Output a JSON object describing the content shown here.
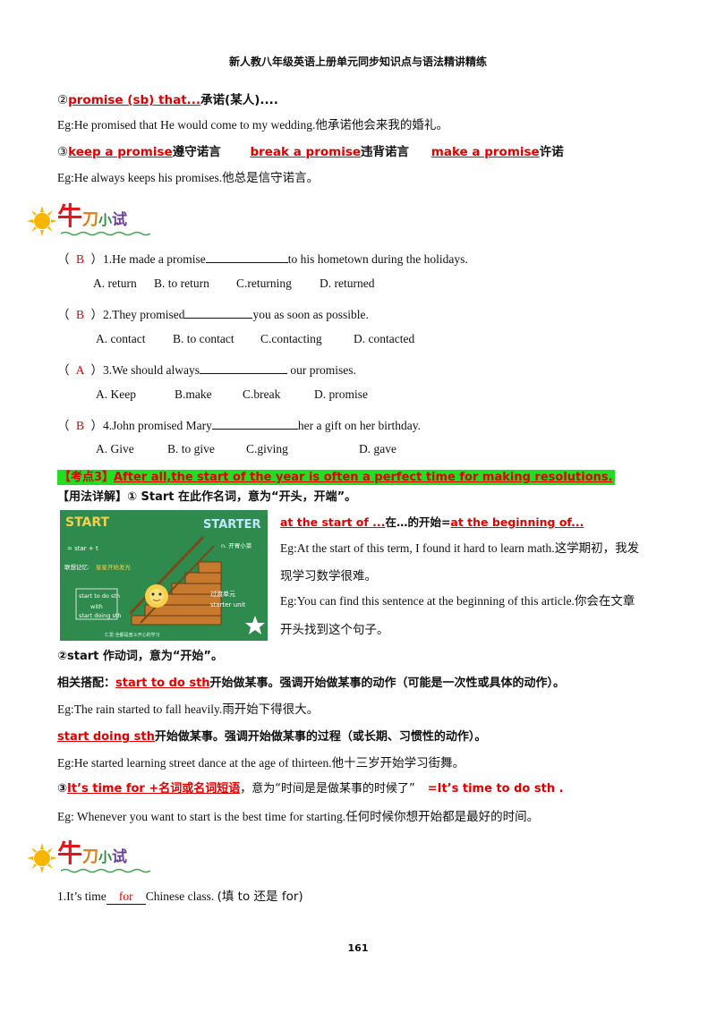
{
  "header": {
    "title": "新人教八年级英语上册单元同步知识点与语法精讲精练"
  },
  "s2": {
    "num": "②",
    "phrase": "promise (sb) that...",
    "meaning": "承诺(某人)....",
    "eg": "Eg:He promised that He would come to my wedding.",
    "eg_cn": "他承诺他会来我的婚礼。"
  },
  "s3": {
    "num": "③",
    "p1": "keep a promise",
    "m1": "遵守诺言",
    "p2": "break a promise",
    "m2": "违背诺言",
    "p3": "make  a  promise",
    "m3": "许诺",
    "eg": "Eg:He always keeps his promises.",
    "eg_cn": "他总是信守诺言。"
  },
  "section_title": {
    "niu": "牛",
    "dao": "刀",
    "xiao": "小",
    "shi": "试"
  },
  "quiz1": [
    {
      "open": "（",
      "ans": "B",
      "close": "）",
      "pre": "1.He made a promise",
      "post": "to his hometown during the holidays.",
      "options": [
        "A. return",
        "B. to return",
        "C.returning",
        "D. returned"
      ]
    },
    {
      "open": "（",
      "ans": "B",
      "close": "）",
      "pre": "2.They promised",
      "post": "you as soon as possible.",
      "options": [
        "A. contact",
        "B. to contact",
        "C.contacting",
        "D. contacted"
      ]
    },
    {
      "open": "（",
      "ans": "A",
      "close": "）",
      "pre": "3.We should always",
      "post": " our promises.",
      "options": [
        "A. Keep",
        "B.make",
        "C.break",
        "D. promise"
      ]
    },
    {
      "open": "（",
      "ans": "B",
      "close": "）",
      "pre": "4.John promised Mary",
      "post": "her a gift on her birthday.",
      "options": [
        "A. Give",
        "B. to give",
        "C.giving",
        "D. gave"
      ]
    }
  ],
  "kaodian": {
    "label": "【考点3】",
    "sentence": "After  all,the  start  of  the  year  is  often  a  perfect  time  for  making  resolutions."
  },
  "usage": {
    "label": "【用法详解】",
    "text": "① Start 在此作名词，意为“开头，开端”。"
  },
  "image": {
    "start": "START",
    "starter": "STARTER",
    "n_label": "n. 开胃小菜",
    "star_formula": "= star  +  t",
    "memory": "联想记忆:",
    "memory_text": "星星开始发光",
    "line1": "start to do sth",
    "with": "with",
    "line2": "start doing sth",
    "unit_cn": "过渡单元",
    "unit_en": "starter unit",
    "footer": "仁爱:全都是奋斗开心的学习"
  },
  "noun_use": {
    "p1": "at the start of ...",
    "m1": "在…的开始=",
    "p2": "at the beginning of...",
    "eg1": "Eg:At the start of this term, I found it hard to learn math.",
    "eg1_cn1": "这学期初，我发",
    "eg1_cn2": "现学习数学很难。",
    "eg2": "Eg:You can find this sentence at the beginning of this article.",
    "eg2_cn1": "你会在文章",
    "eg2_cn2": "开头找到这个句子。"
  },
  "verb_use": {
    "title": "②start 作动词，意为“开始”。",
    "collocation_label": "相关搭配：",
    "p1": "start to do sth",
    "m1": "开始做某事。强调开始做某事的动作（可能是一次性或具体的动作）。",
    "eg1": "Eg:The rain started to fall heavily.",
    "eg1_cn": "雨开始下得很大。",
    "p2": "start doing sth",
    "m2": "开始做某事。强调开始做某事的过程（或长期、习惯性的动作）。",
    "eg2": "Eg:He started learning street dance at the age of thirteen.",
    "eg2_cn": "他十三岁开始学习街舞。"
  },
  "s3b": {
    "num": "③",
    "p1": "It’s time for +名词或名词短语",
    "m1": "，意为“时间是是做某事的时候了”",
    "eq": "=It’s time to do sth .",
    "eg": "Eg: Whenever you want to start is the best time for starting.",
    "eg_cn": "任何时候你想开始都是最好的时间。"
  },
  "quiz2": [
    {
      "pre": "1.It’s time",
      "ans": "for",
      "post": "Chinese class.",
      "hint": "(填 to 还是 for)"
    }
  ],
  "page_number": "161"
}
